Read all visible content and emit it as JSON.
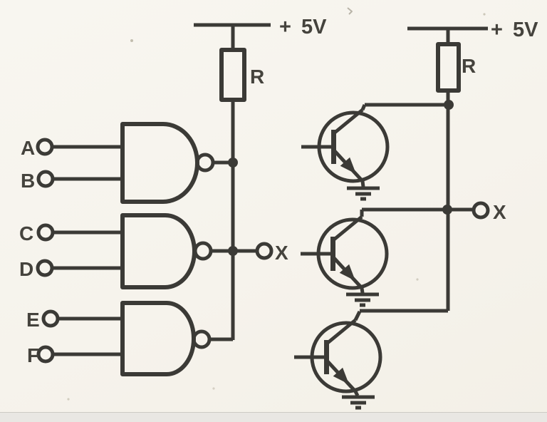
{
  "schematic": {
    "left": {
      "supply": "+ 5V",
      "resistor": "R",
      "output": "X",
      "inputs": [
        "A",
        "B",
        "C",
        "D",
        "E",
        "F"
      ]
    },
    "right": {
      "supply": "+ 5V",
      "resistor": "R",
      "output": "X"
    }
  }
}
